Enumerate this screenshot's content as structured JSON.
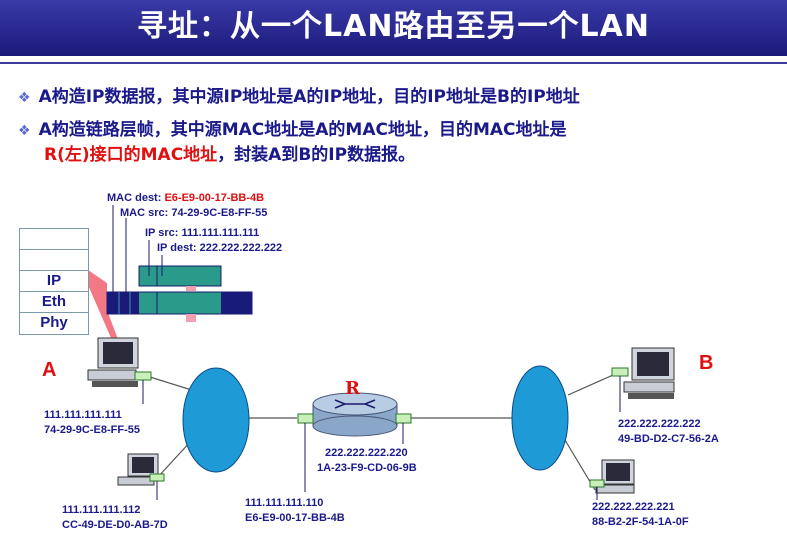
{
  "title": "寻址：从一个LAN路由至另一个LAN",
  "bullets": [
    {
      "text": "A构造IP数据报，其中源IP地址是A的IP地址，目的IP地址是B的IP地址"
    },
    {
      "text1": "A构造链路层帧，其中源MAC地址是A的MAC地址，目的MAC地址是",
      "red": "R(左)接口的MAC地址",
      "text2": "，封装A到B的IP数据报。"
    }
  ],
  "frame": {
    "mac_dest_label": "MAC dest: ",
    "mac_dest_value": "E6-E9-00-17-BB-4B",
    "mac_src": "MAC src: 74-29-9C-E8-FF-55",
    "ip_src": "IP src: 111.111.111.111",
    "ip_dest": "IP dest: 222.222.222.222"
  },
  "stack_layers": [
    "",
    "",
    "IP",
    "Eth",
    "Phy"
  ],
  "hosts": {
    "A": {
      "label": "A",
      "ip": "111.111.111.111",
      "mac": "74-29-9C-E8-FF-55"
    },
    "A2": {
      "ip": "111.111.111.112",
      "mac": "CC-49-DE-D0-AB-7D"
    },
    "B": {
      "label": "B",
      "ip": "222.222.222.222",
      "mac": "49-BD-D2-C7-56-2A"
    },
    "B2": {
      "ip": "222.222.222.221",
      "mac": "88-B2-2F-54-1A-0F"
    }
  },
  "router": {
    "label": "R",
    "left_if": {
      "ip": "111.111.111.110",
      "mac": "E6-E9-00-17-BB-4B"
    },
    "right_if": {
      "ip": "222.222.222.220",
      "mac": "1A-23-F9-CD-06-9B"
    }
  }
}
